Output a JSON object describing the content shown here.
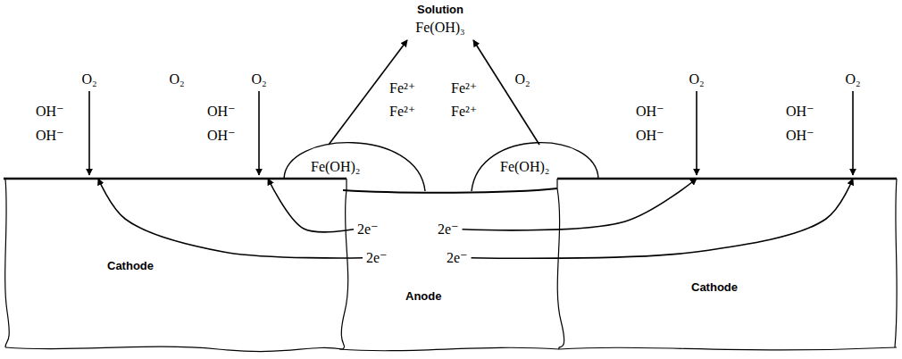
{
  "diagram": {
    "nodes": [
      {
        "text": [
          "Fe(OH)₂"
        ]
      },
      {
        "text": [
          "Fe(OH)₂"
        ]
      },
      {
        "text": [
          "Cathode"
        ]
      },
      {
        "text": [
          "Anode"
        ]
      },
      {
        "text": [
          "Cathode"
        ]
      }
    ],
    "edges": [
      {
        "from": 3,
        "to": 2,
        "arrow": "to",
        "label": "2e⁻"
      },
      {
        "from": 3,
        "to": 2,
        "arrow": "to",
        "label": "2e⁻"
      },
      {
        "from": 3,
        "to": 4,
        "arrow": "to",
        "label": "2e⁻"
      },
      {
        "from": 3,
        "to": 4,
        "arrow": "to",
        "label": "2e⁻"
      }
    ],
    "labels": [
      "Solution",
      "Fe(OH)₃",
      "O₂",
      "O₂",
      "O₂",
      "O₂",
      "O₂",
      "O₂",
      "OH⁻",
      "OH⁻",
      "OH⁻",
      "OH⁻",
      "Fe²⁺",
      "Fe²⁺",
      "Fe²⁺",
      "Fe²⁺",
      "OH⁻",
      "OH⁻",
      "OH⁻",
      "OH⁻"
    ]
  }
}
